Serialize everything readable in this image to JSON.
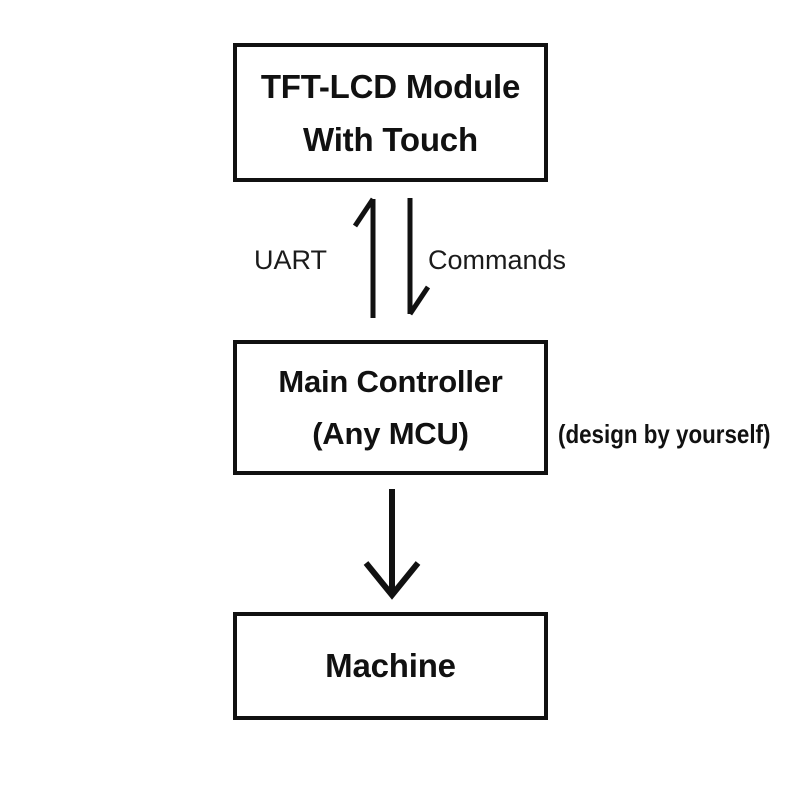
{
  "diagram": {
    "title": "TFT-LCD Module system block diagram",
    "background_color": "#ffffff",
    "stroke_color": "#111111",
    "text_color": "#111111",
    "nodes": [
      {
        "id": "tft-lcd",
        "lines": [
          "TFT-LCD Module",
          "With Touch"
        ],
        "line1": "TFT-LCD Module",
        "line2": "With Touch"
      },
      {
        "id": "main-controller",
        "lines": [
          "Main Controller",
          "(Any MCU)"
        ],
        "line1": "Main Controller",
        "line2": "(Any MCU)"
      },
      {
        "id": "machine",
        "lines": [
          "Machine"
        ],
        "line1": "Machine"
      }
    ],
    "edges": [
      {
        "id": "uart",
        "label": "UART",
        "from": "main-controller",
        "to": "tft-lcd",
        "direction": "up",
        "arrowhead": "half-barb-left"
      },
      {
        "id": "commands",
        "label": "Commands",
        "from": "tft-lcd",
        "to": "main-controller",
        "direction": "down",
        "arrowhead": "half-barb-right"
      },
      {
        "id": "controller-to-machine",
        "label": "",
        "from": "main-controller",
        "to": "machine",
        "direction": "down",
        "arrowhead": "full-v"
      }
    ],
    "annotations": [
      {
        "id": "design-yourself",
        "text": "(design by yourself)",
        "attached_to": "main-controller"
      }
    ]
  }
}
